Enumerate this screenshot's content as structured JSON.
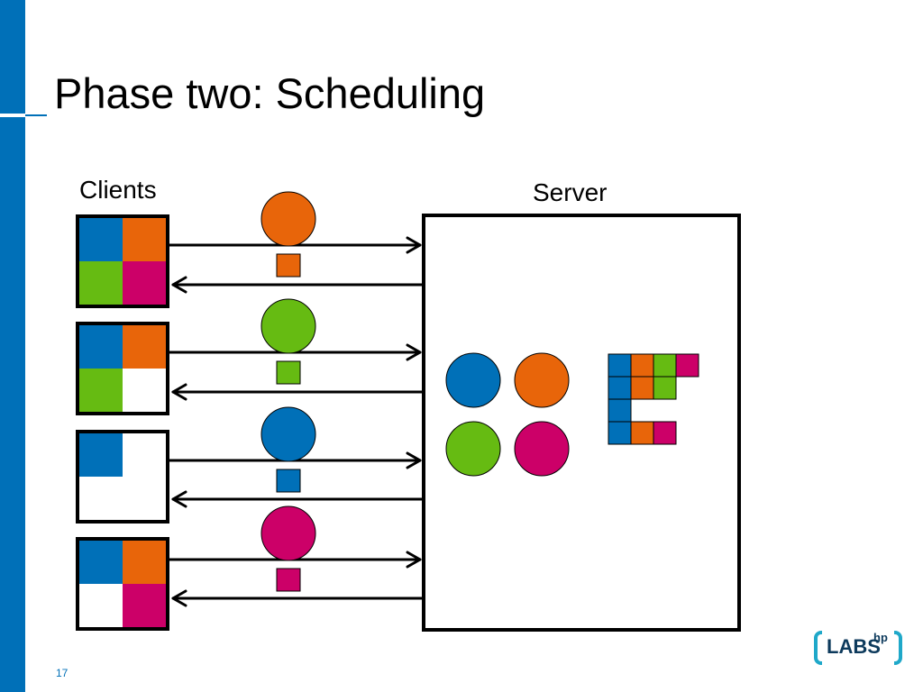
{
  "title": "Phase two: Scheduling",
  "labels": {
    "clients": "Clients",
    "server": "Server"
  },
  "page_number": "17",
  "logo": {
    "text": "LABS",
    "superscript": "hp"
  },
  "colors": {
    "blue": "#0070b8",
    "orange": "#e8650a",
    "green": "#66bb12",
    "magenta": "#cc0068",
    "sidebar": "#0070b8",
    "logo_accent": "#1fa8c9"
  }
}
